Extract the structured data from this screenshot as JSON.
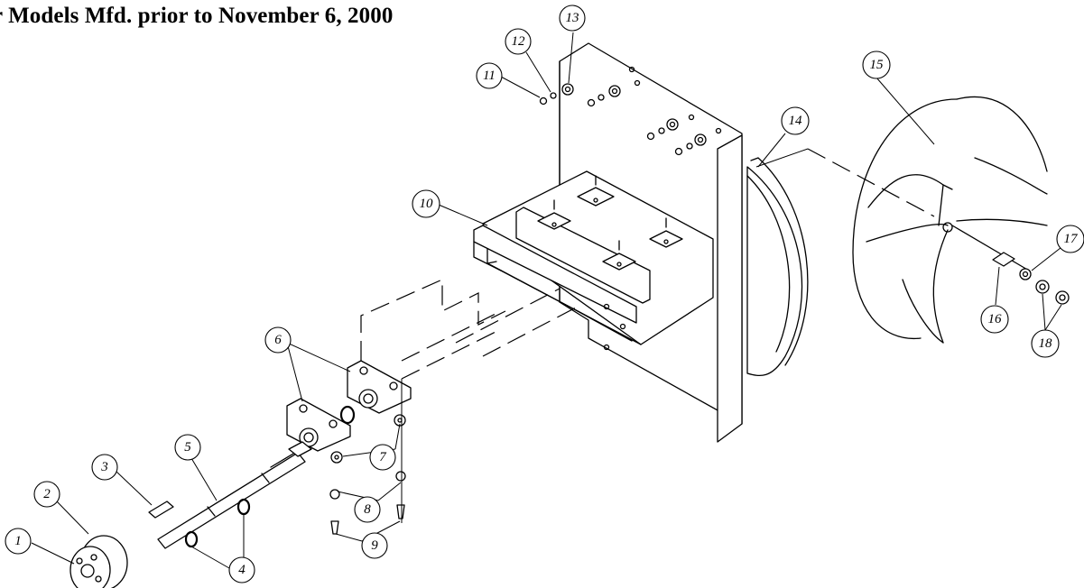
{
  "title": "r Models Mfd. prior to November 6, 2000",
  "callouts": [
    "1",
    "2",
    "3",
    "4",
    "5",
    "6",
    "7",
    "8",
    "9",
    "10",
    "11",
    "12",
    "13",
    "14",
    "15",
    "16",
    "17",
    "18"
  ]
}
